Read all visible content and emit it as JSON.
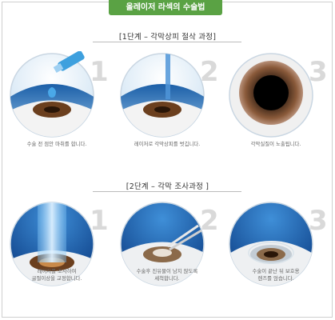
{
  "header": {
    "title": "올레이저 라섹의 수술법"
  },
  "stage1": {
    "heading": "[1단계 – 각막상피 절삭 과정]",
    "steps": [
      {
        "number": "1",
        "caption": "수술 전 점안 마취를 합니다."
      },
      {
        "number": "2",
        "caption": "레이저로 각막상피를 벗깁니다."
      },
      {
        "number": "3",
        "caption": "각막실질이 노출됩니다."
      }
    ]
  },
  "stage2": {
    "heading": "[2단계 – 각막 조사과정 ]",
    "steps": [
      {
        "number": "1",
        "caption_lines": [
          "레이저를 조사하여",
          "굴절이상을 교정합니다."
        ]
      },
      {
        "number": "2",
        "caption_lines": [
          "수술후 진유물이 남지 않도록",
          "세척합니다."
        ]
      },
      {
        "number": "3",
        "caption_lines": [
          "수술이 끝난 뒤 보호용",
          "렌즈를 얹습니다."
        ]
      }
    ]
  },
  "colors": {
    "accent": "#5aa244",
    "blue": "#2f7fc8",
    "iris": "#6b3f1e"
  }
}
